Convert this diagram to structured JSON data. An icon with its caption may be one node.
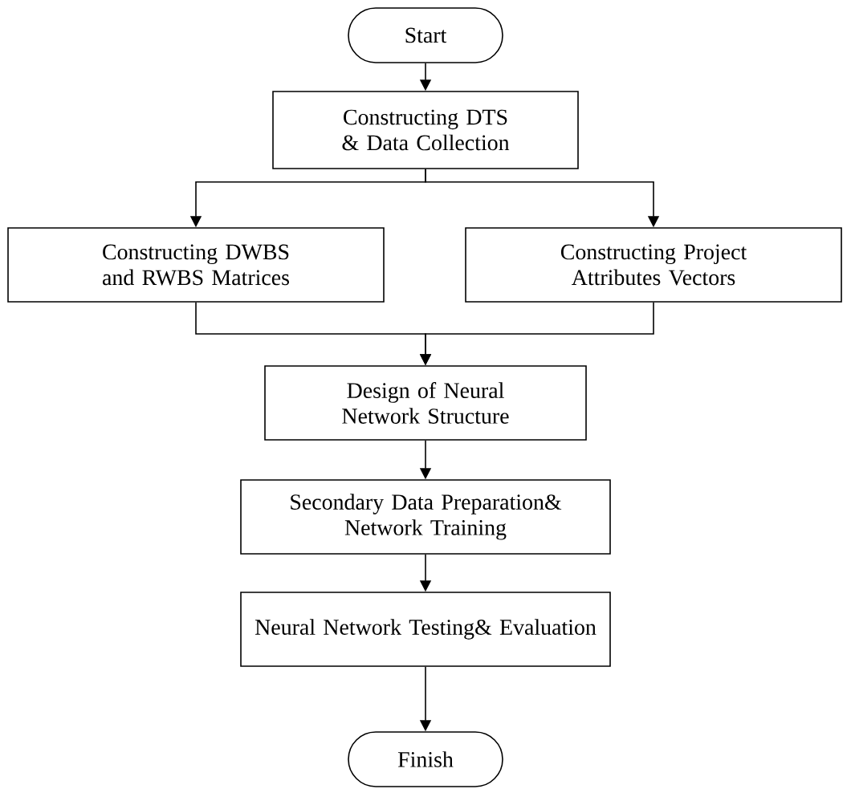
{
  "diagram": {
    "nodes": [
      {
        "text": [
          "Start"
        ]
      },
      {
        "text": [
          "Constructing DTS & Data Collection"
        ]
      },
      {
        "text": [
          "Constructing DWBS and RWBS Matrices"
        ]
      },
      {
        "text": [
          "Constructing Project Attributes Vectors"
        ]
      },
      {
        "text": [
          "Design of Neural Network Structure"
        ]
      },
      {
        "text": [
          "Secondary Data Preparation& Network Training"
        ]
      },
      {
        "text": [
          "Neural Network Testing& Evaluation"
        ]
      },
      {
        "text": [
          "Finish"
        ]
      }
    ],
    "edges": [
      {
        "from": 0,
        "to": 1,
        "arrow": "to"
      },
      {
        "from": 1,
        "to": 2,
        "arrow": "to"
      },
      {
        "from": 1,
        "to": 3,
        "arrow": "to"
      },
      {
        "from": 2,
        "to": 4,
        "arrow": "to"
      },
      {
        "from": 3,
        "to": 4,
        "arrow": "to"
      },
      {
        "from": 4,
        "to": 5,
        "arrow": "to"
      },
      {
        "from": 5,
        "to": 6,
        "arrow": "to"
      },
      {
        "from": 6,
        "to": 7,
        "arrow": "to"
      }
    ]
  }
}
